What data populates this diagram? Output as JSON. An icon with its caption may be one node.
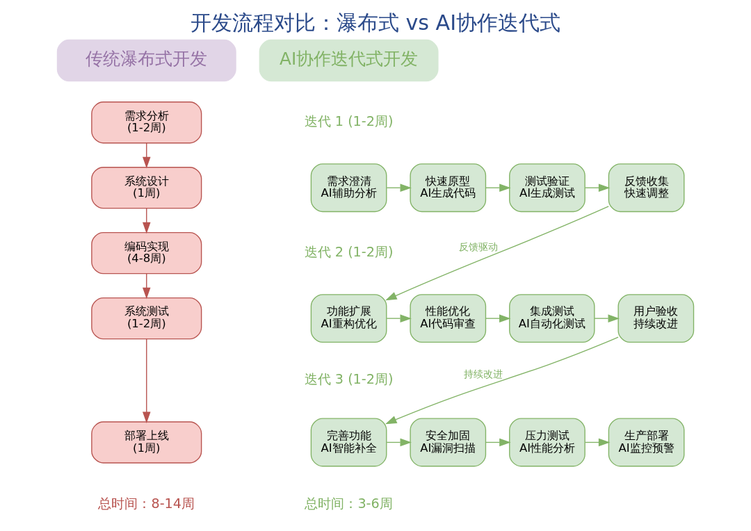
{
  "diagram": {
    "title": "开发流程对比：瀑布式 vs AI协作迭代式",
    "nodes": [
      {
        "text": [
          "传统瀑布式开发"
        ]
      },
      {
        "text": [
          "AI协作迭代式开发"
        ]
      },
      {
        "text": [
          "需求分析",
          "(1-2周)"
        ]
      },
      {
        "text": [
          "系统设计",
          "(1周)"
        ]
      },
      {
        "text": [
          "编码实现",
          "(4-8周)"
        ]
      },
      {
        "text": [
          "系统测试",
          "(1-2周)"
        ]
      },
      {
        "text": [
          "部署上线",
          "(1周)"
        ]
      },
      {
        "text": [
          "需求澄清",
          "AI辅助分析"
        ]
      },
      {
        "text": [
          "快速原型",
          "AI生成代码"
        ]
      },
      {
        "text": [
          "测试验证",
          "AI生成测试"
        ]
      },
      {
        "text": [
          "反馈收集",
          "快速调整"
        ]
      },
      {
        "text": [
          "功能扩展",
          "AI重构优化"
        ]
      },
      {
        "text": [
          "性能优化",
          "AI代码审查"
        ]
      },
      {
        "text": [
          "集成测试",
          "AI自动化测试"
        ]
      },
      {
        "text": [
          "用户验收",
          "持续改进"
        ]
      },
      {
        "text": [
          "完善功能",
          "AI智能补全"
        ]
      },
      {
        "text": [
          "安全加固",
          "AI漏洞扫描"
        ]
      },
      {
        "text": [
          "压力测试",
          "AI性能分析"
        ]
      },
      {
        "text": [
          "生产部署",
          "AI监控预警"
        ]
      }
    ],
    "edges": [
      {
        "from": 2,
        "to": 3,
        "arrow": "to",
        "color": "#b85450"
      },
      {
        "from": 3,
        "to": 4,
        "arrow": "to",
        "color": "#b85450"
      },
      {
        "from": 4,
        "to": 5,
        "arrow": "to",
        "color": "#b85450"
      },
      {
        "from": 5,
        "to": 6,
        "arrow": "to",
        "color": "#b85450"
      },
      {
        "from": 7,
        "to": 8,
        "arrow": "to"
      },
      {
        "from": 8,
        "to": 9,
        "arrow": "to"
      },
      {
        "from": 9,
        "to": 10,
        "arrow": "to"
      },
      {
        "from": 10,
        "to": 11,
        "arrow": "to",
        "label": "反馈驱动"
      },
      {
        "from": 11,
        "to": 12,
        "arrow": "to"
      },
      {
        "from": 12,
        "to": 13,
        "arrow": "to"
      },
      {
        "from": 13,
        "to": 14,
        "arrow": "to"
      },
      {
        "from": 14,
        "to": 15,
        "arrow": "to",
        "label": "持续改进"
      },
      {
        "from": 15,
        "to": 16,
        "arrow": "to"
      },
      {
        "from": 16,
        "to": 17,
        "arrow": "to"
      },
      {
        "from": 17,
        "to": 18,
        "arrow": "to"
      }
    ],
    "labels": [
      "迭代 1 (1-2周)",
      "迭代 2 (1-2周)",
      "迭代 3 (1-2周)",
      "总时间：8-14周",
      "总时间：3-6周"
    ]
  }
}
